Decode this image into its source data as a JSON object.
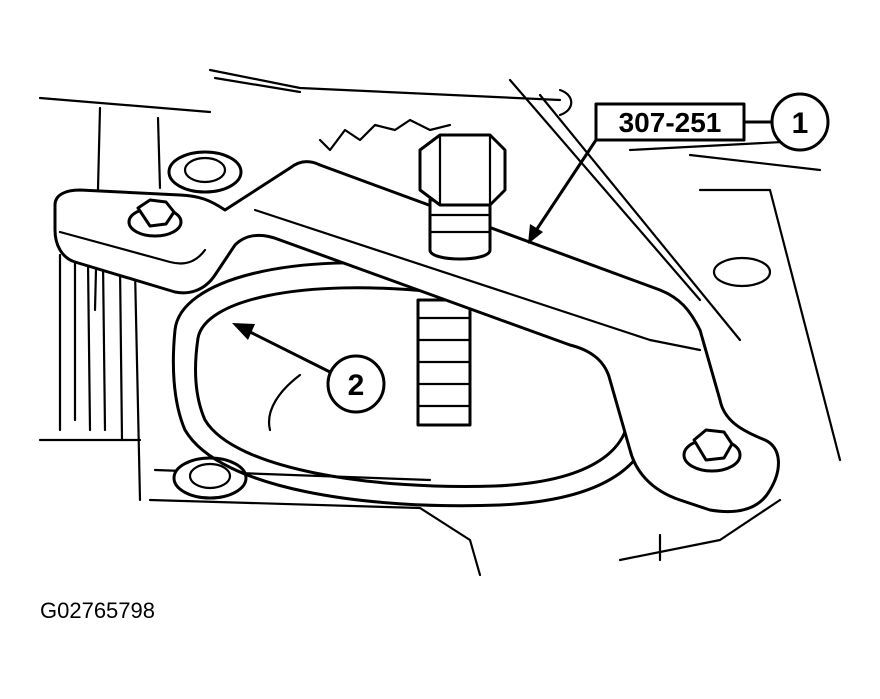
{
  "figure": {
    "tool_number": "307-251",
    "callouts": [
      "1",
      "2"
    ],
    "figure_id": "G02765798"
  }
}
